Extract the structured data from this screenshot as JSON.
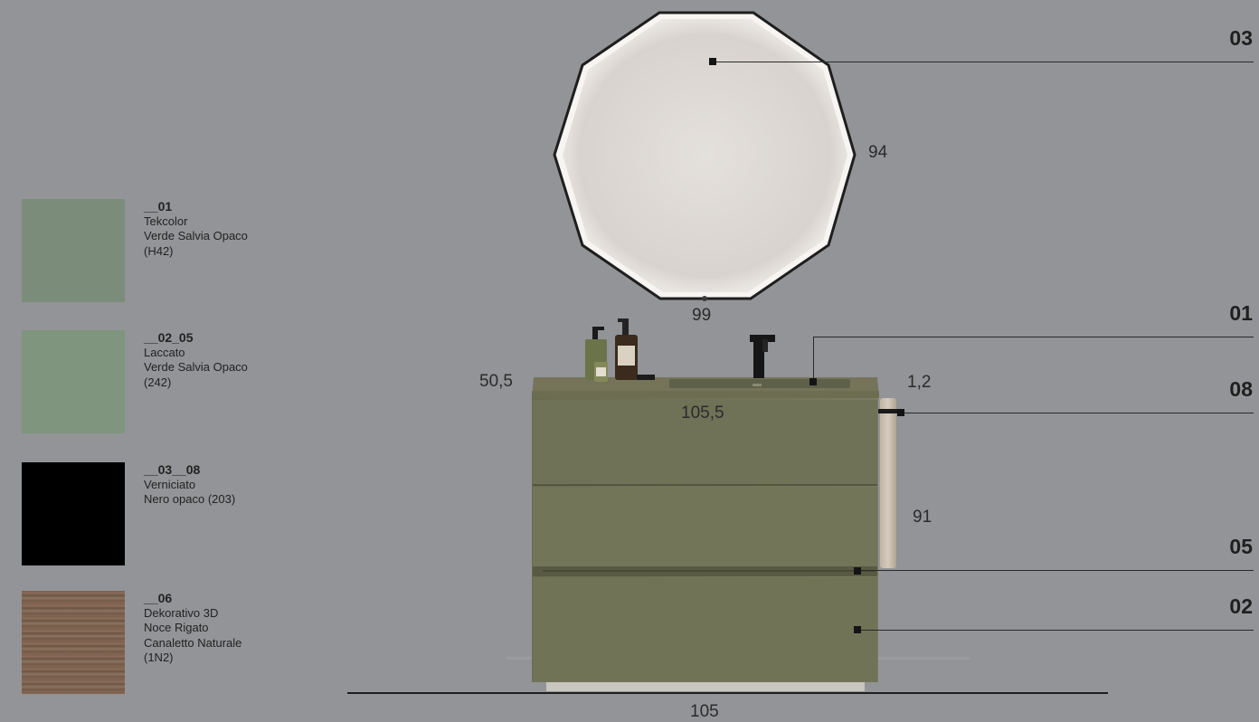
{
  "finishes": [
    {
      "code": "__01",
      "lines": [
        "Tekcolor",
        "Verde Salvia Opaco",
        "(H42)"
      ],
      "color": "#7b8d7a"
    },
    {
      "code": "__02_05",
      "lines": [
        "Laccato",
        "Verde Salvia Opaco",
        "(242)"
      ],
      "color": "#7f957d"
    },
    {
      "code": "__03__08",
      "lines": [
        "Verniciato",
        "Nero opaco (203)"
      ],
      "color": "#000000"
    },
    {
      "code": "__06",
      "lines": [
        "Dekorativo 3D",
        "Noce Rigato",
        "Canaletto Naturale",
        "(1N2)"
      ],
      "color": "#7a5f4d"
    }
  ],
  "dimensions": {
    "mirror_height": "94",
    "mirror_width": "99",
    "top_depth": "50,5",
    "top_thickness": "1,2",
    "basin_width": "105,5",
    "cabinet_height": "91",
    "total_width": "105"
  },
  "callouts": {
    "mirror": "03",
    "basin_top": "01",
    "towel_bar": "08",
    "handle_profile": "05",
    "cabinet": "02"
  }
}
